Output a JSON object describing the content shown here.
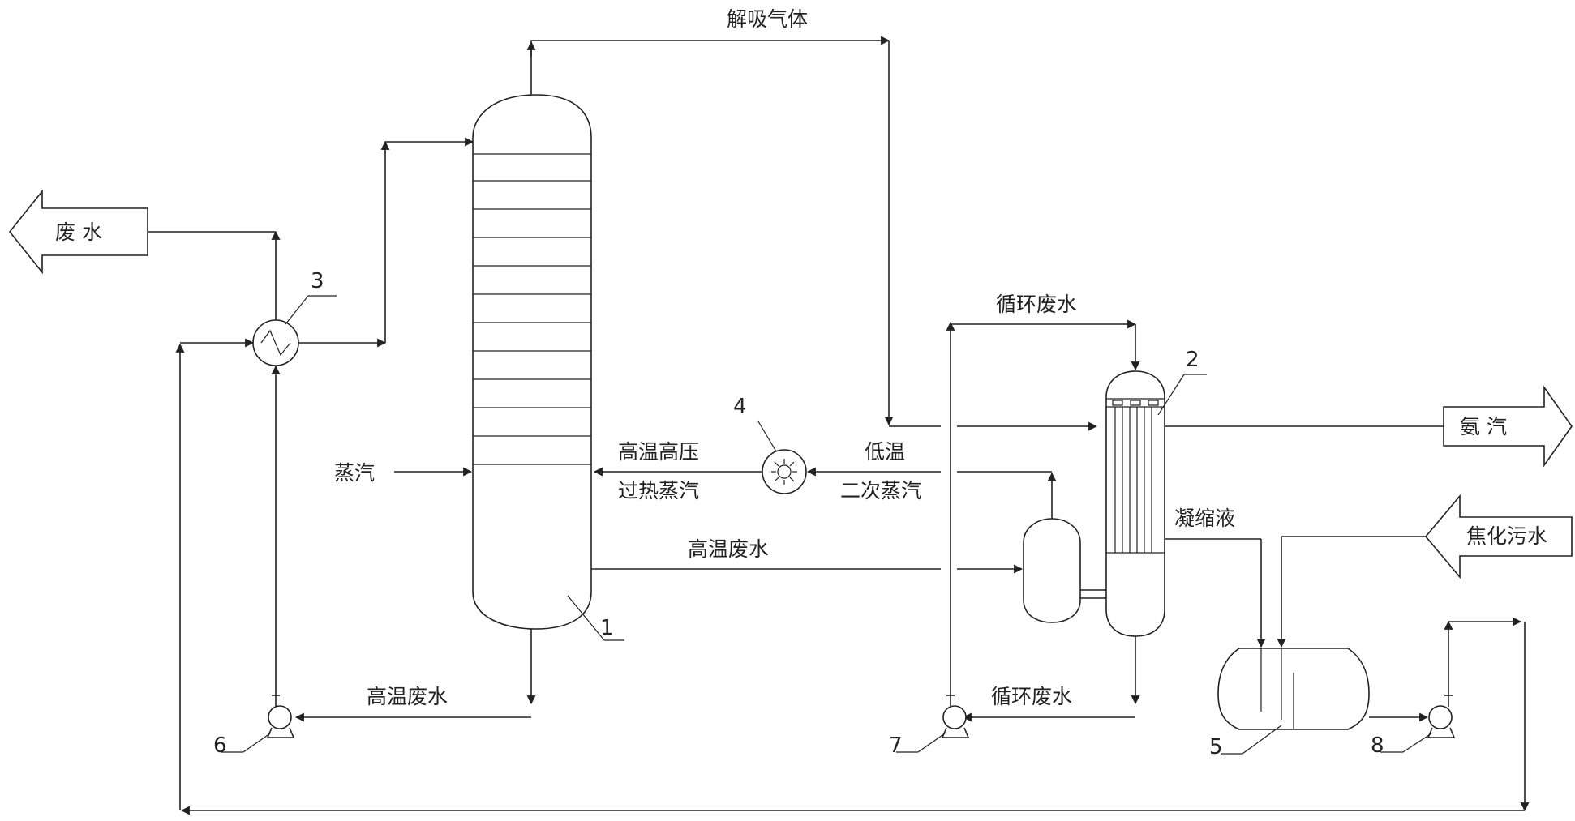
{
  "labels": {
    "desorbed_gas": "解吸气体",
    "waste_water": "废 水",
    "steam": "蒸汽",
    "superheated_line1": "高温高压",
    "superheated_line2": "过热蒸汽",
    "low_temp_line1": "低温",
    "low_temp_line2": "二次蒸汽",
    "hot_wastewater_mid": "高温废水",
    "hot_wastewater_bottom": "高温废水",
    "recycle_wastewater_top": "循环废水",
    "recycle_wastewater_bottom": "循环废水",
    "ammonia_vapor": "氨 汽",
    "condensate": "凝缩液",
    "coking_wastewater": "焦化污水"
  },
  "equipment_numbers": {
    "column": "1",
    "condenser": "2",
    "heat_exchanger": "3",
    "compressor": "4",
    "tank": "5",
    "pump6": "6",
    "pump7": "7",
    "pump8": "8"
  }
}
